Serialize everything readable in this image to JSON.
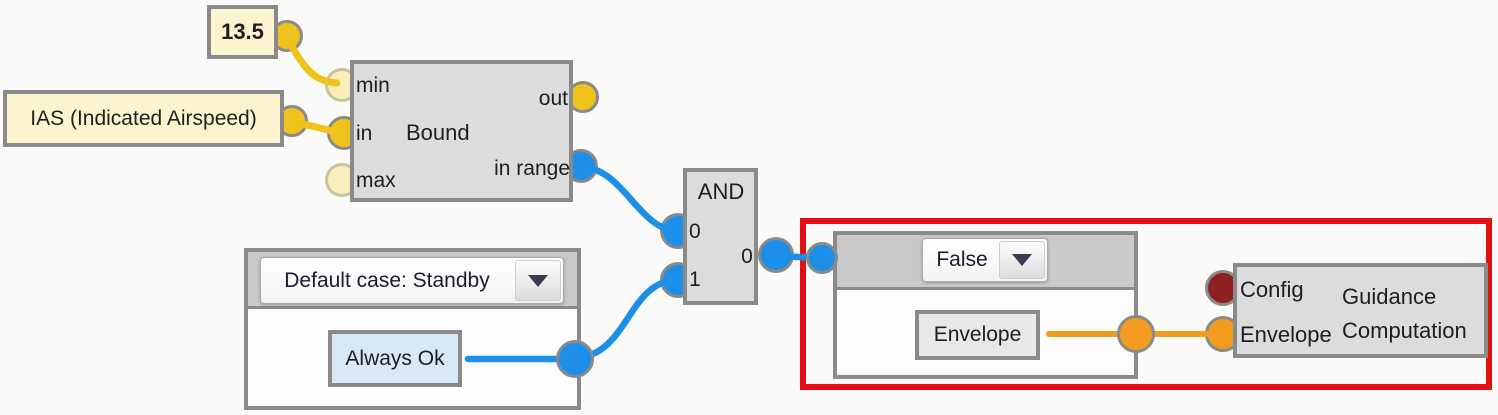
{
  "colors": {
    "canvas_bg": "#fafaf8",
    "node_fill": "#dcdcdc",
    "node_border": "#8a8a8a",
    "constant_fill": "#fbf4cf",
    "selected_case_fill": "#d7e9f9",
    "signal_yellow": "#efc31c",
    "signal_yellow_unconnected": "#f8eebb",
    "signal_blue": "#1e8fe8",
    "signal_orange": "#f29c1f",
    "config_port_dark_red": "#8e2020",
    "highlight_red": "#e40f12",
    "group_header_fill": "#c9c9c9"
  },
  "const_value_node": {
    "value": "13.5"
  },
  "ias_node": {
    "label": "IAS (Indicated Airspeed)"
  },
  "bound_node": {
    "title": "Bound",
    "input_min": "min",
    "input_in": "in",
    "input_max": "max",
    "output_out": "out",
    "output_in_range": "in range"
  },
  "and_node": {
    "title": "AND",
    "input_0": "0",
    "input_1": "1",
    "output_0": "0"
  },
  "standby_case_group": {
    "case_selector": "Default case: Standby",
    "always_ok_label": "Always Ok"
  },
  "false_case_group": {
    "case_selector": "False",
    "envelope_label": "Envelope"
  },
  "guidance_node": {
    "title_line_1": "Guidance",
    "title_line_2": "Computation",
    "input_config": "Config",
    "input_envelope": "Envelope"
  }
}
